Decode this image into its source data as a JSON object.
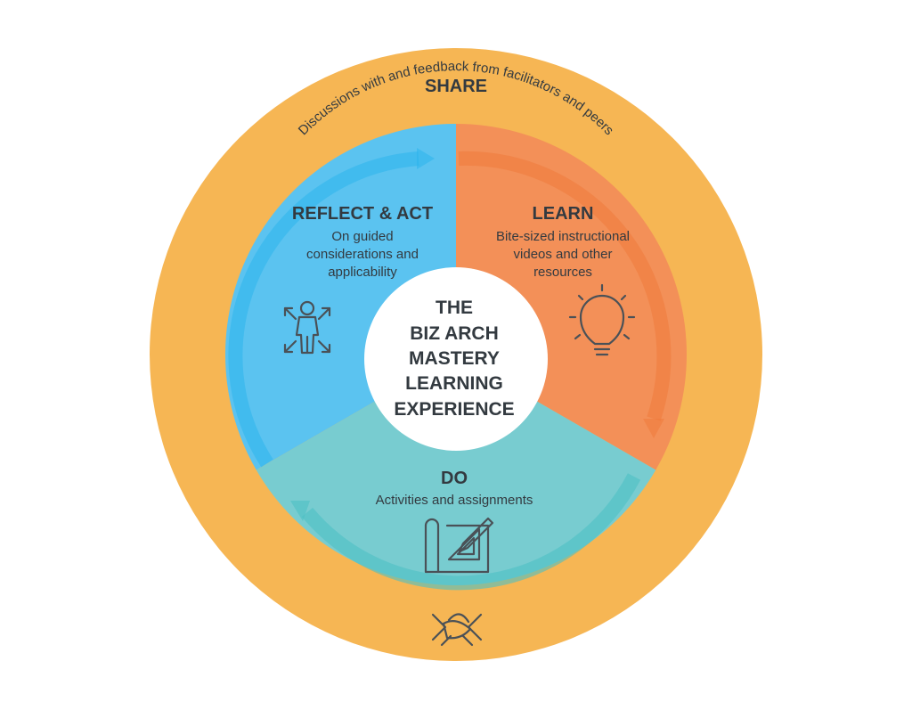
{
  "share": {
    "title": "SHARE",
    "desc": "Discussions with and feedback from facilitators and peers",
    "icon": "handshake-icon"
  },
  "reflect": {
    "title": "REFLECT & ACT",
    "desc_lines": [
      "On guided",
      "considerations and",
      "applicability"
    ],
    "icon": "person-arrows-icon"
  },
  "learn": {
    "title": "LEARN",
    "desc_lines": [
      "Bite-sized instructional",
      "videos and other",
      "resources"
    ],
    "icon": "lightbulb-icon"
  },
  "do": {
    "title": "DO",
    "desc_lines": [
      "Activities and assignments"
    ],
    "icon": "blueprint-pencil-icon"
  },
  "center": {
    "lines": [
      "THE",
      "BIZ ARCH",
      "MASTERY",
      "LEARNING",
      "EXPERIENCE"
    ]
  },
  "colors": {
    "outer_ring": "#f6b654",
    "reflect": "#5bc3f0",
    "learn": "#f39058",
    "do": "#78ccd0",
    "center": "#ffffff",
    "text": "#333a40"
  }
}
